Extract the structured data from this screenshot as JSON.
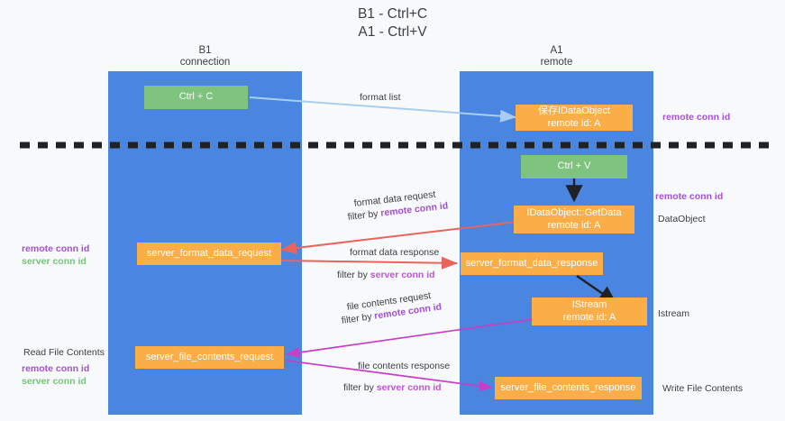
{
  "title": "B1 - Ctrl+C\nA1 - Ctrl+V",
  "columns": [
    {
      "name": "b1-connection",
      "header": "B1\nconnection"
    },
    {
      "name": "a1-remote",
      "header": "A1\nremote"
    }
  ],
  "nodes": [
    {
      "name": "ctrl-c-node",
      "line1": "Ctrl + C",
      "line2": ""
    },
    {
      "name": "idataobject-node",
      "line1": "保存IDataObject",
      "line2": "remote id: A"
    },
    {
      "name": "ctrl-v-node",
      "line1": "Ctrl + V",
      "line2": ""
    },
    {
      "name": "idataobject-getdata-node",
      "line1": "IDataObject::GetData",
      "line2": "remote id: A"
    },
    {
      "name": "server-format-data-request-node",
      "line1": "server_format_data_request",
      "line2": ""
    },
    {
      "name": "server-format-data-response-node",
      "line1": "server_format_data_response",
      "line2": ""
    },
    {
      "name": "istream-node",
      "line1": "IStream",
      "line2": "remote id: A"
    },
    {
      "name": "server-file-contents-request-node",
      "line1": "server_file_contents_request",
      "line2": ""
    },
    {
      "name": "server-file-contents-response-node",
      "line1": "server_file_contents_response",
      "line2": ""
    }
  ],
  "edge_labels": {
    "format_list": "format list",
    "format_data_request": "format data request",
    "format_data_request_filter_pre": "filter by ",
    "format_data_request_filter_kw": "remote conn id",
    "format_data_response": "format data response",
    "format_data_response_filter_pre": "filter by ",
    "format_data_response_filter_kw": "server conn id",
    "file_contents_request": "file contents request",
    "file_contents_request_filter_pre": "filter by ",
    "file_contents_request_filter_kw": "remote conn id",
    "file_contents_response": "file contents response",
    "file_contents_response_filter_pre": "filter by ",
    "file_contents_response_filter_kw": "server conn id"
  },
  "right_labels": {
    "remote_conn_id_top": "remote conn id",
    "remote_conn_id_mid": "remote conn id",
    "dataobject": "DataObject",
    "istream": "Istream",
    "write_file_contents": "Write File Contents"
  },
  "left_labels": {
    "remote_conn_id": "remote conn id",
    "server_conn_id": "server conn id",
    "read_file_contents": "Read File Contents",
    "remote_conn_id_2": "remote conn id",
    "server_conn_id_2": "server conn id"
  },
  "colors": {
    "background": "#f8f9fa",
    "column": "#4a86e0",
    "node_green": "#7ec37e",
    "node_orange": "#fbae48",
    "arrow_blue": "#a9cdf0",
    "arrow_red": "#e8645c",
    "arrow_magenta": "#c73fc7",
    "arrow_black": "#202124",
    "keyword_remote": "#a64fd6",
    "keyword_server": "#76c47a",
    "divider": "#202124"
  }
}
